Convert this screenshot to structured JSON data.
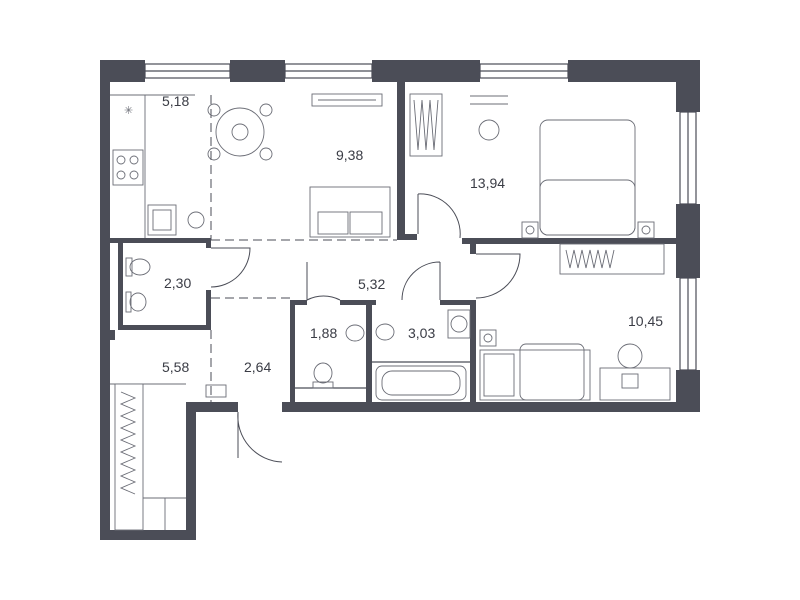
{
  "rooms": [
    {
      "id": "kitchen",
      "area": "5,18"
    },
    {
      "id": "living",
      "area": "9,38"
    },
    {
      "id": "bedroom-1",
      "area": "13,94"
    },
    {
      "id": "bathroom-small",
      "area": "2,30"
    },
    {
      "id": "hall",
      "area": "5,32"
    },
    {
      "id": "wc",
      "area": "1,88"
    },
    {
      "id": "bathroom",
      "area": "3,03"
    },
    {
      "id": "bedroom-2",
      "area": "10,45"
    },
    {
      "id": "wardrobe",
      "area": "5,58"
    },
    {
      "id": "entrance",
      "area": "2,64"
    }
  ],
  "colors": {
    "wall": "#4b4d57",
    "label": "#3a3c45",
    "background": "#ffffff"
  }
}
